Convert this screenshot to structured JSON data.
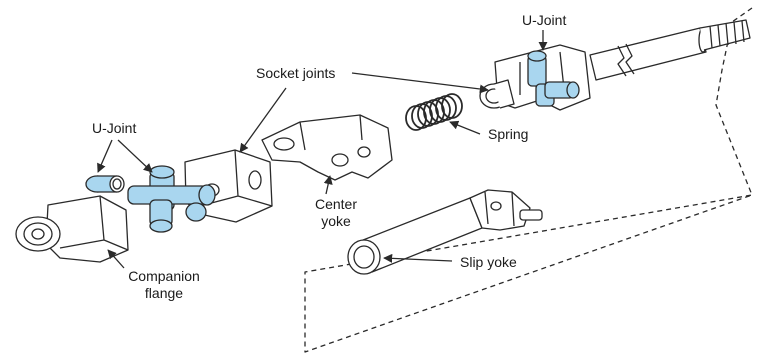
{
  "labels": {
    "u_joint_top": "U-Joint",
    "socket_joints": "Socket joints",
    "u_joint_left": "U-Joint",
    "spring": "Spring",
    "center_yoke_line1": "Center",
    "center_yoke_line2": "yoke",
    "companion_line1": "Companion",
    "companion_line2": "flange",
    "slip_yoke": "Slip yoke"
  },
  "colors": {
    "part_blue": "#a9d6ef",
    "line": "#2a2a2a",
    "fill": "#ffffff"
  }
}
